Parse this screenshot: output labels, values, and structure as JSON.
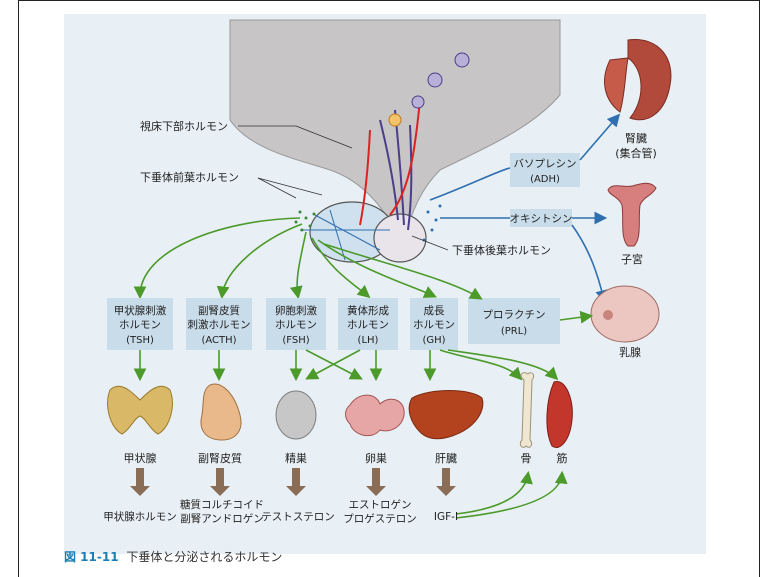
{
  "labels": {
    "hypothalamic_hormones": "視床下部ホルモン",
    "anterior_pituitary_hormones": "下垂体前葉ホルモン",
    "posterior_pituitary_hormones": "下垂体後葉ホルモン",
    "vasopressin": "バソプレシン",
    "vasopressin_abbr": "(ADH)",
    "oxytocin": "オキシトシン",
    "kidney_1": "腎臓",
    "kidney_2": "(集合管)",
    "uterus": "子宮",
    "mammary": "乳腺",
    "prolactin": "プロラクチン",
    "prolactin_abbr": "(PRL)"
  },
  "hormones": [
    {
      "line1": "甲状腺刺激",
      "line2": "ホルモン",
      "abbr": "(TSH)"
    },
    {
      "line1": "副腎皮質",
      "line2": "刺激ホルモン",
      "abbr": "(ACTH)"
    },
    {
      "line1": "卵胞刺激",
      "line2": "ホルモン",
      "abbr": "(FSH)"
    },
    {
      "line1": "黄体形成",
      "line2": "ホルモン",
      "abbr": "(LH)"
    },
    {
      "line1": "成長",
      "line2": "ホルモン",
      "abbr": "(GH)"
    }
  ],
  "targets": {
    "thyroid": "甲状腺",
    "adrenal": "副腎皮質",
    "testis": "精巣",
    "ovary": "卵巣",
    "liver": "肝臓",
    "bone": "骨",
    "muscle": "筋"
  },
  "products": {
    "thyroid": "甲状腺ホルモン",
    "adrenal_1": "糖質コルチコイド",
    "adrenal_2": "副腎アンドロゲン",
    "testis": "テストステロン",
    "ovary_1": "エストロゲン",
    "ovary_2": "プロゲステロン",
    "liver": "IGF-Ⅰ"
  },
  "caption": {
    "number": "図 11-11",
    "text": "下垂体と分泌されるホルモン"
  },
  "colors": {
    "arrow_green": "#4c9a2a",
    "arrow_blue": "#2f6fb0",
    "box_fill": "#c9dcea",
    "caption_blue": "#1a7fb5"
  }
}
